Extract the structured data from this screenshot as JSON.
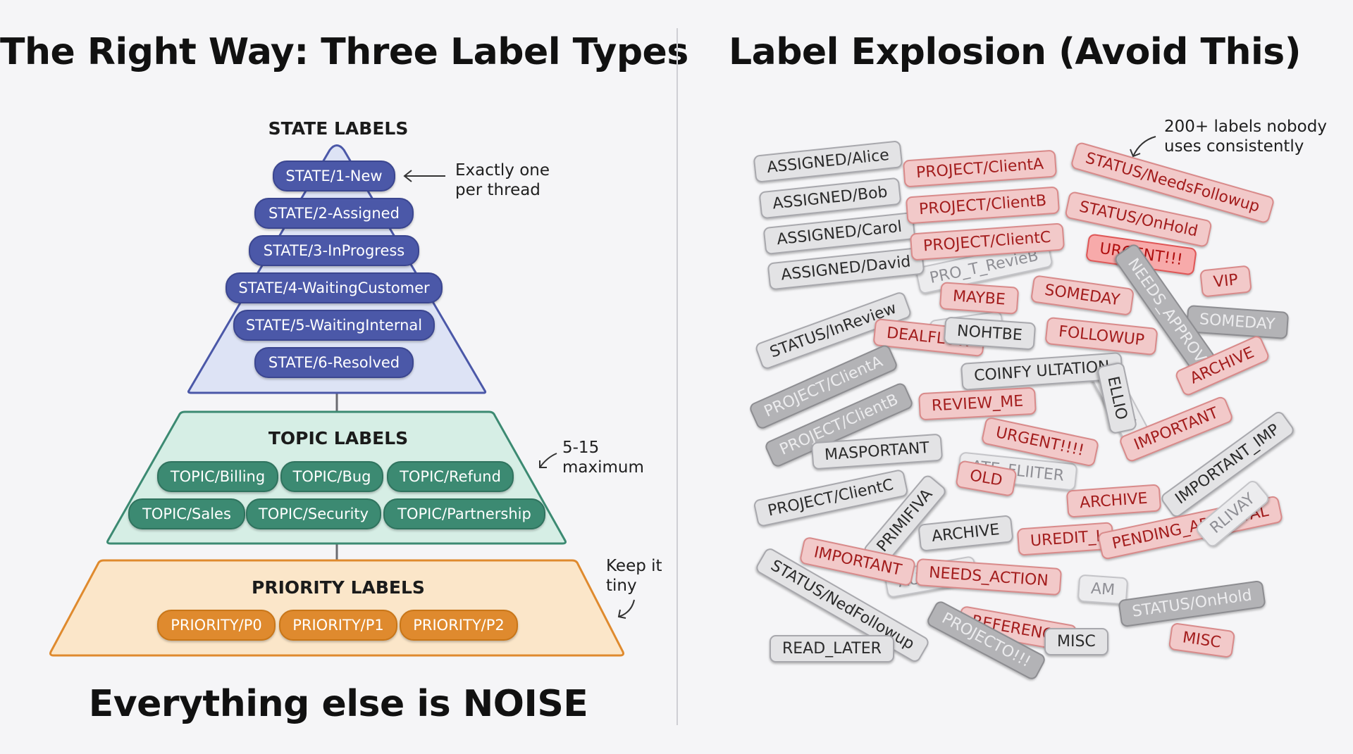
{
  "left": {
    "title": "The Right Way: Three Label Types",
    "footer": "Everything else is NOISE",
    "state": {
      "heading": "STATE LABELS",
      "labels": [
        "STATE/1-New",
        "STATE/2-Assigned",
        "STATE/3-InProgress",
        "STATE/4-WaitingCustomer",
        "STATE/5-WaitingInternal",
        "STATE/6-Resolved"
      ],
      "note": [
        "Exactly one",
        "per thread"
      ],
      "color": "#4b58a8"
    },
    "topic": {
      "heading": "TOPIC LABELS",
      "labels": [
        "TOPIC/Billing",
        "TOPIC/Bug",
        "TOPIC/Refund",
        "TOPIC/Sales",
        "TOPIC/Security",
        "TOPIC/Partnership"
      ],
      "note": [
        "5-15",
        "maximum"
      ],
      "color": "#3c8a72"
    },
    "priority": {
      "heading": "PRIORITY LABELS",
      "labels": [
        "PRIORITY/P0",
        "PRIORITY/P1",
        "PRIORITY/P2"
      ],
      "note": [
        "Keep it",
        "tiny"
      ],
      "color": "#df8a2e"
    }
  },
  "right": {
    "title": "Label Explosion (Avoid This)",
    "note": [
      "200+ labels nobody",
      "uses consistently"
    ],
    "tags": [
      "ASSIGNED/Alice",
      "ASSIGNED/Bob",
      "ASSIGNED/Carol",
      "ASSIGNED/David",
      "PROJECT/ClientA",
      "PROJECT/ClientB",
      "PROJECT/ClientC",
      "STATUS/NeedsFollowup",
      "STATUS/OnHold",
      "URGENT!!!",
      "VIP",
      "SOMEDAY",
      "MAYBE",
      "SOMEDAY",
      "STATUS/InReview",
      "DEALFLOW",
      "FOLLOWUP",
      "ARCHIVE",
      "PROJECT/ClientA",
      "PROJECT/ClientB",
      "COINFY ULTATION",
      "REVIEW_ME",
      "IMPORTANT",
      "URGENT!!!!",
      "MASPORTANT",
      "OLD",
      "PROJECT/ClientC",
      "ARCHIVE",
      "ARCHIVE",
      "UREDIT_I",
      "PENDING_APPROVAL",
      "IMPORTANT",
      "NEEDS_ACTION",
      "STATUS/NedFollowup",
      "REFERENCE",
      "MISC",
      "STATUS/OnHold",
      "MISC",
      "READ_LATER",
      "PROJECTO!!!",
      "NEEDS_APPROV",
      "ELLIO",
      "IMPORTANT_IMP",
      "PRO_T_RevieB",
      "NOHTBE",
      "OWUP",
      "ATE_FLIITER",
      "AUTHOR",
      "AM",
      "GLOBAL",
      "PRIMIFIVA",
      "RLIVAY"
    ]
  }
}
